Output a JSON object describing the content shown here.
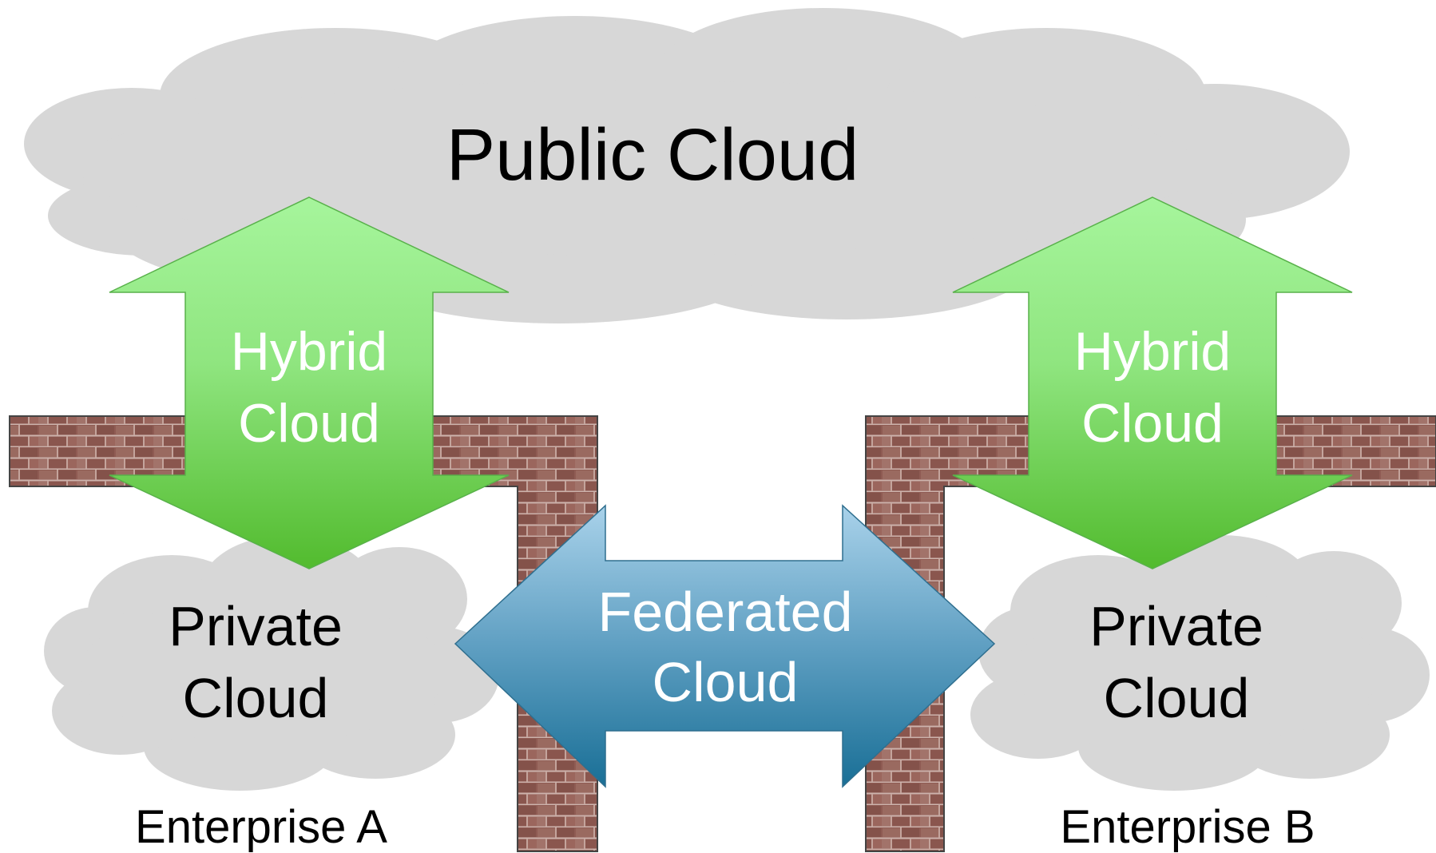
{
  "public_cloud": {
    "label": "Public Cloud"
  },
  "hybrid_left": {
    "line1": "Hybrid",
    "line2": "Cloud"
  },
  "hybrid_right": {
    "line1": "Hybrid",
    "line2": "Cloud"
  },
  "federated": {
    "line1": "Federated",
    "line2": "Cloud"
  },
  "private_left": {
    "line1": "Private",
    "line2": "Cloud"
  },
  "private_right": {
    "line1": "Private",
    "line2": "Cloud"
  },
  "enterprise_a": {
    "label": "Enterprise A"
  },
  "enterprise_b": {
    "label": "Enterprise B"
  },
  "colors": {
    "cloud": "#d7d7d7",
    "hybrid_arrow_top": "#a6f59c",
    "hybrid_arrow_bottom": "#52bb2e",
    "federated_arrow_top": "#a9d2ea",
    "federated_arrow_bottom": "#196f96",
    "brick": "#8f5b53"
  }
}
